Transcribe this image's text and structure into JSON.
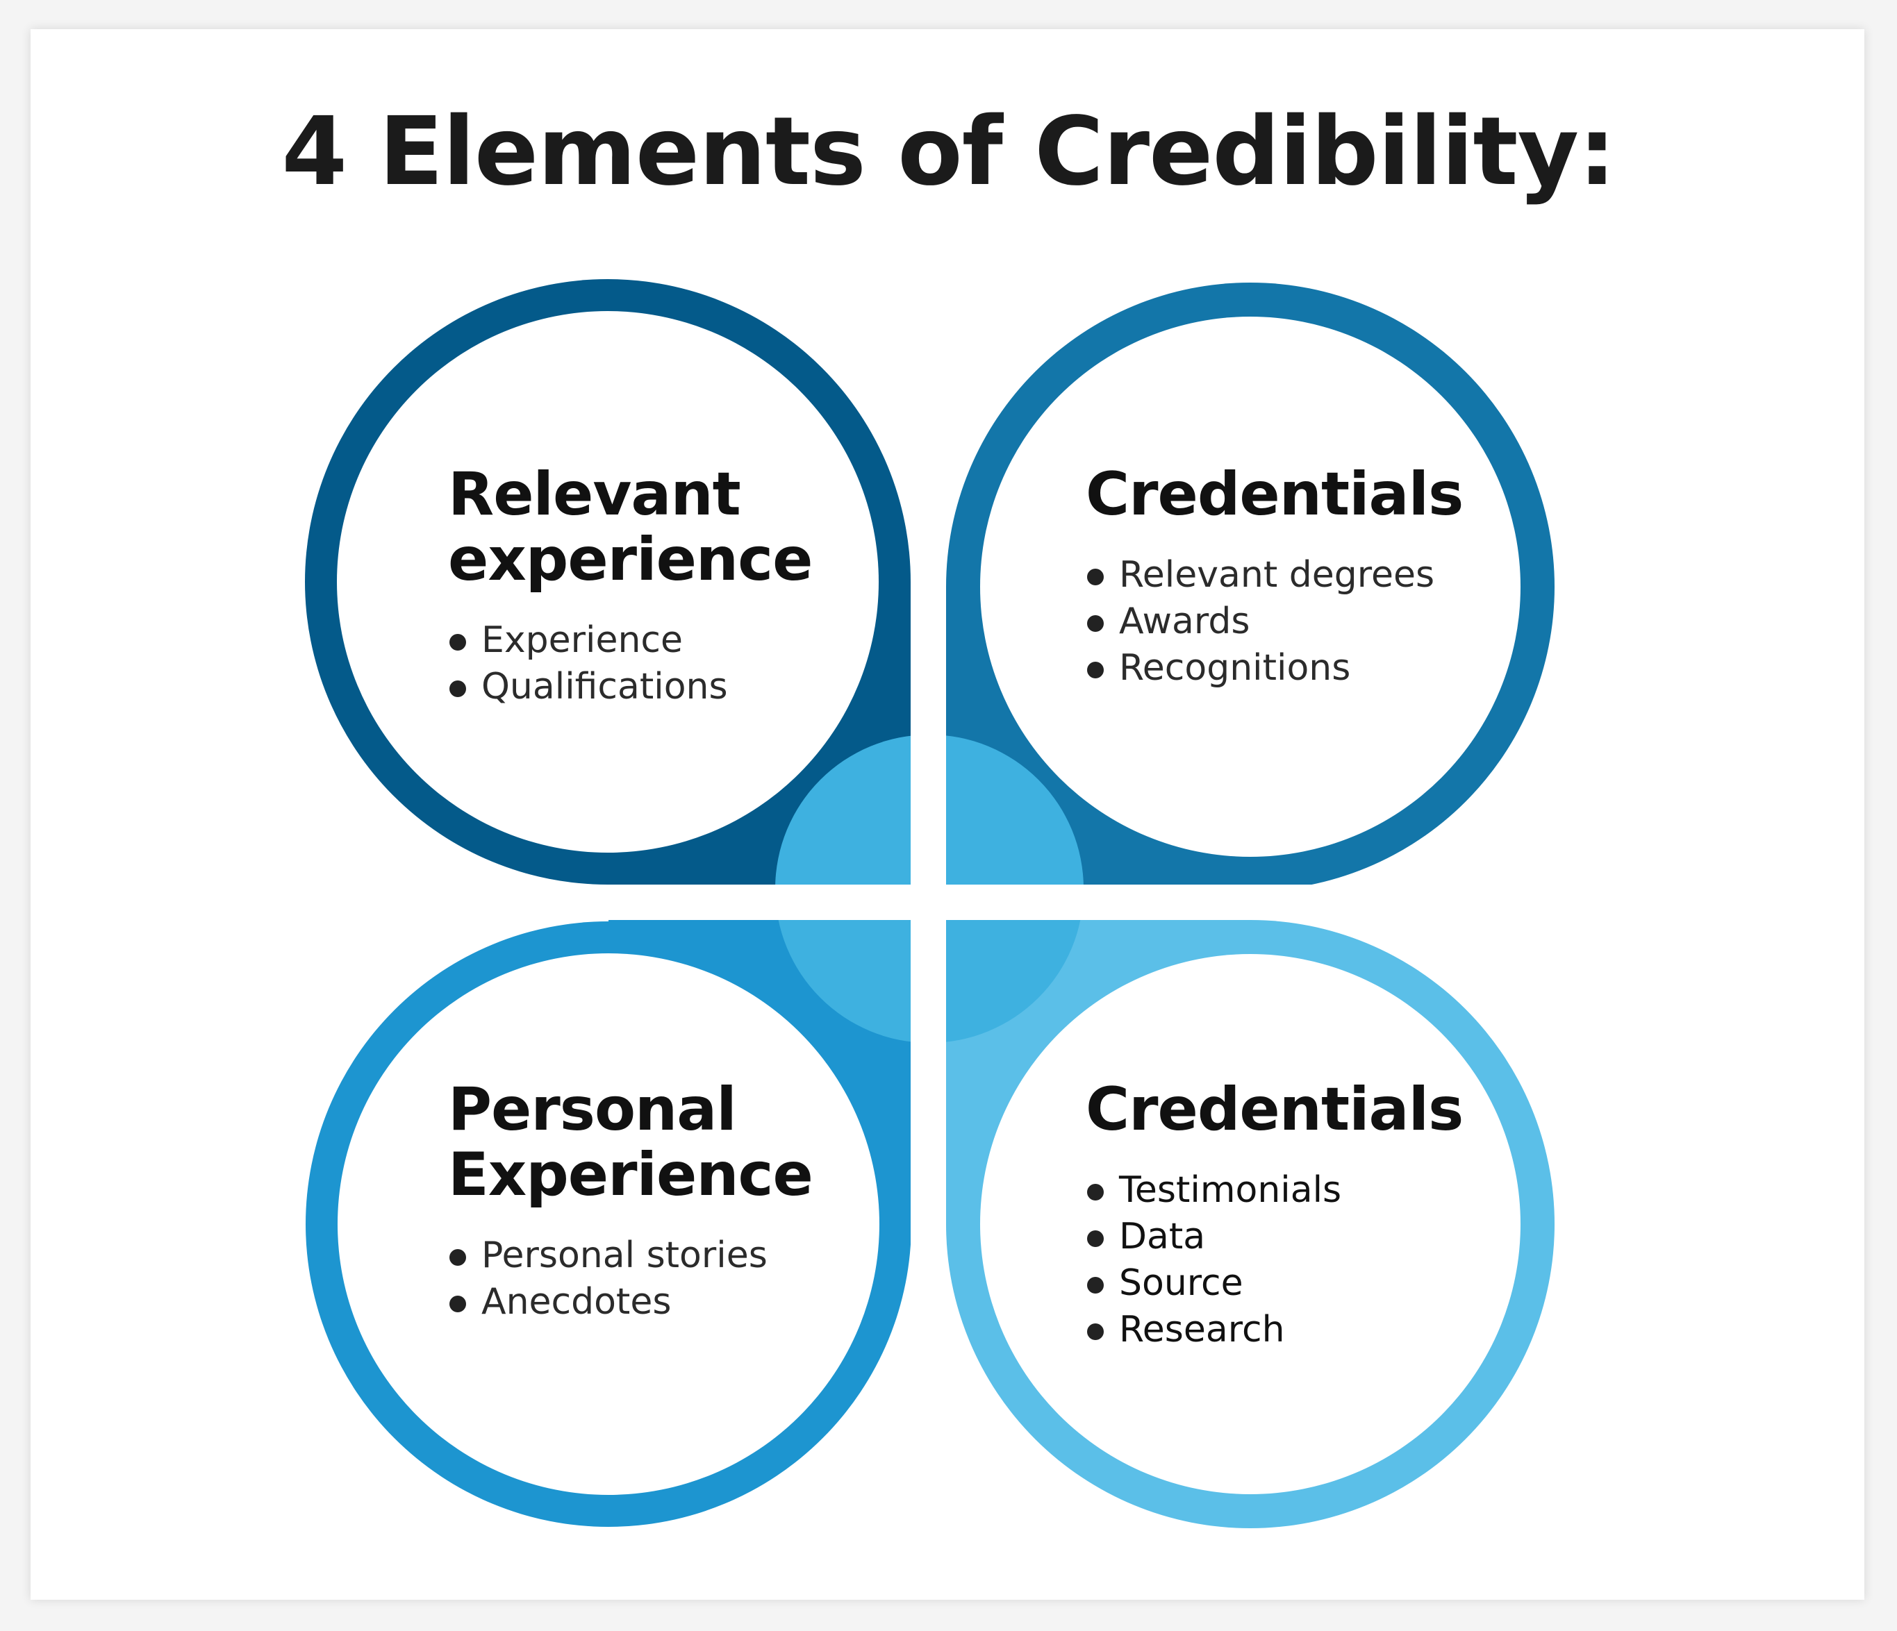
{
  "title": "4 Elements of Credibility:",
  "colors": {
    "background": "#ffffff",
    "top_left": "#045a8a",
    "top_right": "#1376a9",
    "bottom_left": "#1d95d0",
    "bottom_right": "#5bbfe8",
    "center": "#3eb1e0"
  },
  "elements": [
    {
      "heading": "Relevant experience",
      "bullets": [
        "Experience",
        "Qualifications"
      ]
    },
    {
      "heading": "Credentials",
      "bullets": [
        "Relevant degrees",
        "Awards",
        "Recognitions"
      ]
    },
    {
      "heading": "Personal Experience",
      "bullets": [
        "Personal stories",
        "Anecdotes"
      ]
    },
    {
      "heading": "Credentials",
      "bullets": [
        "Testimonials",
        "Data",
        "Source",
        "Research"
      ]
    }
  ]
}
